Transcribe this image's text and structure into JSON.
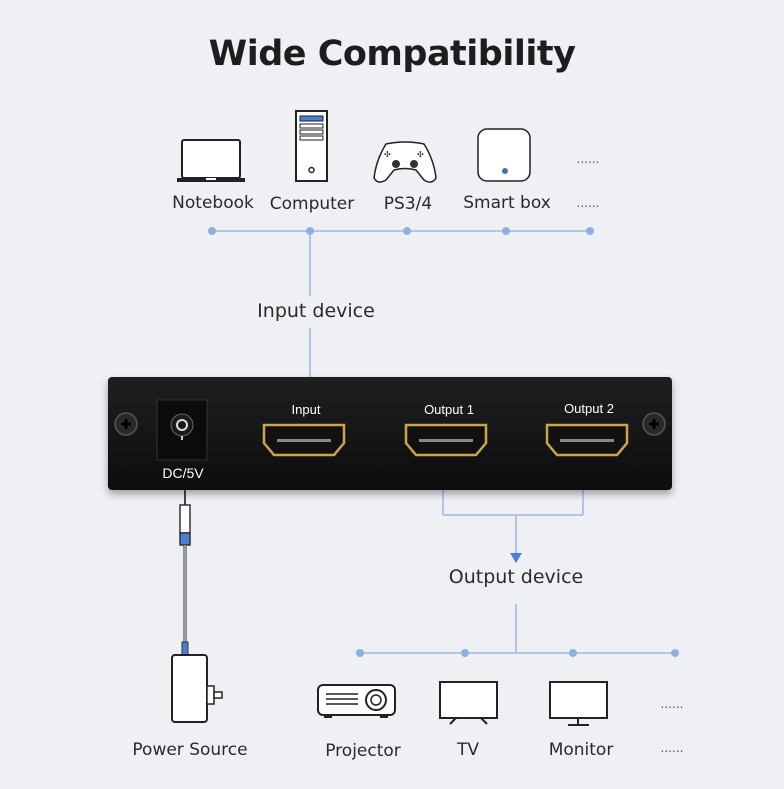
{
  "title": "Wide Compatibility",
  "input_devices": [
    {
      "label": "Notebook",
      "icon": "laptop-icon"
    },
    {
      "label": "Computer",
      "icon": "desktop-tower-icon"
    },
    {
      "label": "PS3/4",
      "icon": "gamepad-icon"
    },
    {
      "label": "Smart box",
      "icon": "smart-box-icon"
    },
    {
      "label": "......",
      "icon": "more-dots"
    }
  ],
  "input_device_label": "Input device",
  "device": {
    "power_port": "DC/5V",
    "ports": [
      "Input",
      "Output 1",
      "Output 2"
    ]
  },
  "output_device_label": "Output device",
  "power_label": "Power Source",
  "output_devices": [
    {
      "label": "Projector",
      "icon": "projector-icon"
    },
    {
      "label": "TV",
      "icon": "tv-icon"
    },
    {
      "label": "Monitor",
      "icon": "monitor-icon"
    },
    {
      "label": "......",
      "icon": "more-dots"
    }
  ],
  "colors": {
    "line": "#8fb0df",
    "arrow": "#4a7fd4",
    "accent": "#3f6fc6",
    "device": "#151516",
    "hdmi_gold": "#c9a64a"
  }
}
